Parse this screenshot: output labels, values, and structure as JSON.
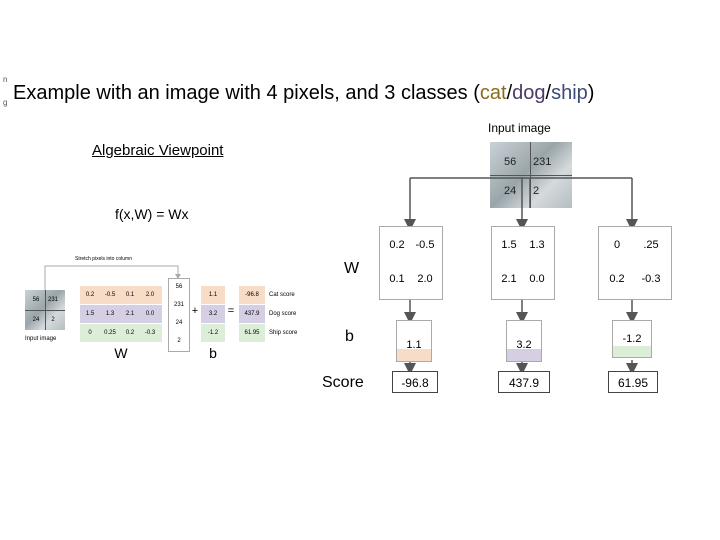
{
  "slide": {
    "corner_text": [
      "n",
      "g"
    ],
    "title": {
      "prefix": "Example with an image with 4 pixels, and 3 classes (",
      "cat": "cat",
      "sep1": "/",
      "dog": "dog",
      "sep2": "/",
      "ship": "ship",
      "suffix": ")"
    },
    "subtitle": "Algebraic Viewpoint",
    "formula": "f(x,W) = Wx",
    "input_label": "Input image",
    "input_pixels": [
      "56",
      "231",
      "24",
      "2"
    ],
    "row_labels": {
      "w": "W",
      "b": "b",
      "score": "Score"
    },
    "classes": [
      {
        "w": [
          "0.2",
          "-0.5",
          "0.1",
          "2.0"
        ],
        "b": "1.1",
        "score": "-96.8",
        "b_color": "#f7dcc8"
      },
      {
        "w": [
          "1.5",
          "1.3",
          "2.1",
          "0.0"
        ],
        "b": "3.2",
        "score": "437.9",
        "b_color": "#d6cfe4"
      },
      {
        "w": [
          "0",
          ".25",
          "0.2",
          "-0.3"
        ],
        "b": "-1.2",
        "score": "61.95",
        "b_color": "#dceed8"
      }
    ]
  },
  "diagram": {
    "stretch_label": "Stretch pixels into column",
    "input_label": "Input image",
    "pixels": [
      "56",
      "231",
      "24",
      "2"
    ],
    "w_matrix": [
      [
        "0.2",
        "-0.5",
        "0.1",
        "2.0"
      ],
      [
        "1.5",
        "1.3",
        "2.1",
        "0.0"
      ],
      [
        "0",
        "0.25",
        "0.2",
        "-0.3"
      ]
    ],
    "x_column": [
      "56",
      "231",
      "24",
      "2"
    ],
    "b_column": [
      "1.1",
      "3.2",
      "-1.2"
    ],
    "scores": [
      "-96.8",
      "437.9",
      "61.95"
    ],
    "score_labels": [
      "Cat score",
      "Dog score",
      "Ship score"
    ],
    "plus": "+",
    "equals": "=",
    "w_label": "W",
    "b_label": "b"
  }
}
